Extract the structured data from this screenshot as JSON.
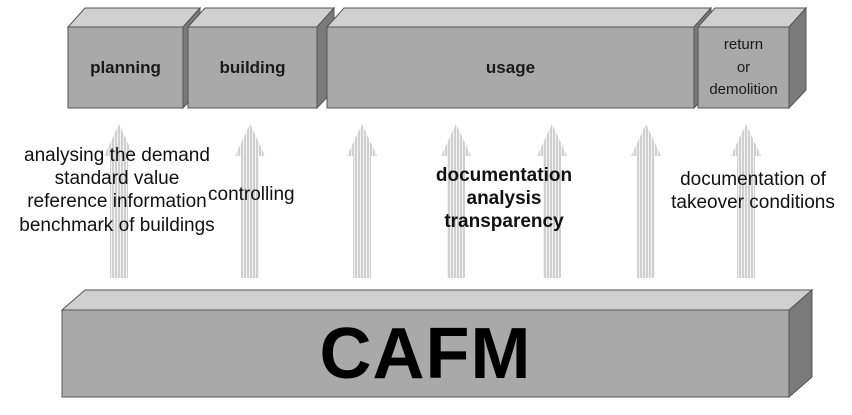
{
  "phases": [
    {
      "id": "planning",
      "label": "planning"
    },
    {
      "id": "building",
      "label": "building"
    },
    {
      "id": "usage",
      "label": "usage"
    },
    {
      "id": "return",
      "label_lines": [
        "return",
        "or",
        "demolition"
      ]
    }
  ],
  "base": {
    "label": "CAFM"
  },
  "annotations": {
    "planning": [
      "analysing the demand",
      "standard value",
      "reference information",
      "benchmark of buildings"
    ],
    "building": [
      "controlling"
    ],
    "usage": [
      "documentation",
      "analysis",
      "transparency"
    ],
    "return": [
      "documentation of",
      "takeover conditions"
    ]
  },
  "colors": {
    "box_front": "#a8a8a8",
    "box_top": "#cfcfcf",
    "box_side": "#7a7a7a",
    "arrow": "#d2d2d2",
    "arrow_stripe": "#ffffff"
  }
}
